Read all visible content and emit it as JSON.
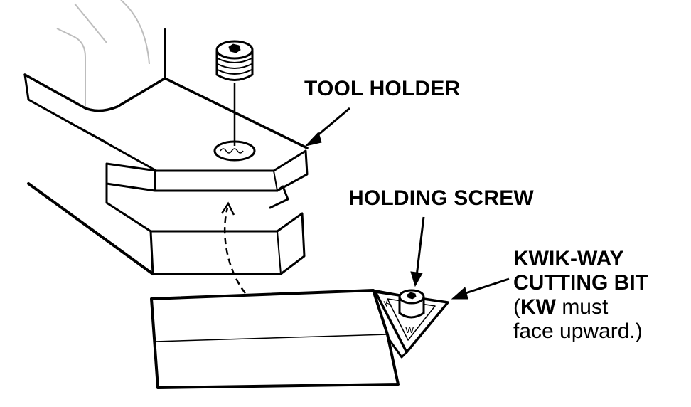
{
  "labels": {
    "tool_holder": "TOOL HOLDER",
    "holding_screw": "HOLDING SCREW",
    "cutting_bit_line1": "KWIK-WAY",
    "cutting_bit_line2": "CUTTING BIT",
    "note_open": "(",
    "note_kw": "KW",
    "note_rest": " must",
    "note_line2": "face upward.)"
  },
  "insert_markings": {
    "k": "K",
    "w": "W"
  },
  "colors": {
    "ink": "#000000",
    "paper": "#ffffff",
    "faint": "#c8c8c8"
  }
}
